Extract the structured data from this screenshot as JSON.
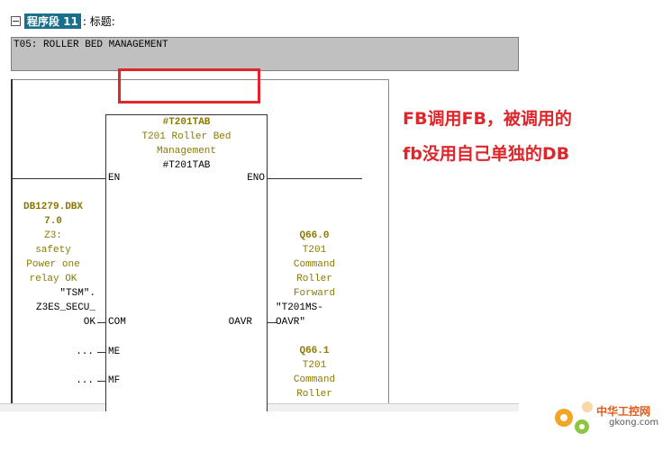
{
  "network": {
    "header_label": "程序段 11",
    "title_suffix": ": 标题:",
    "comment": "T05: ROLLER BED MANAGEMENT"
  },
  "fb": {
    "instance": "#T201TAB",
    "desc_1": "T201 Roller Bed",
    "desc_2": "Management",
    "instance_2": "#T201TAB",
    "pin_en": "EN",
    "pin_eno": "ENO",
    "pin_com": "COM",
    "pin_oavr": "OAVR",
    "pin_me": "ME",
    "pin_mf": "MF"
  },
  "inputs": {
    "com_addr_1": "DB1279.DBX",
    "com_addr_2": "7.0",
    "com_c1": "Z3:",
    "com_c2": "safety",
    "com_c3": "Power one",
    "com_c4": "relay OK",
    "com_sym_1": "\"TSM\".",
    "com_sym_2": "Z3ES_SECU_",
    "com_sym_3": "OK",
    "me_val": "...",
    "mf_val": "..."
  },
  "outputs": {
    "oavr_addr": "Q66.0",
    "oavr_c1": "T201",
    "oavr_c2": "Command",
    "oavr_c3": "Roller",
    "oavr_c4": "Forward",
    "oavr_sym_1": "\"T201MS-",
    "oavr_sym_2": "OAVR\"",
    "next_addr": "Q66.1",
    "next_c1": "T201",
    "next_c2": "Command",
    "next_c3": "Roller"
  },
  "annotation": {
    "line1": "FB调用FB，被调用的",
    "line2": "fb没用自己单独的DB"
  },
  "watermark": {
    "text": "中华工控网",
    "sub": "gkong.com"
  },
  "colors": {
    "annotation": "#e0252b",
    "network_num_bg": "#1a6f8a",
    "operand": "#8a7a00"
  }
}
